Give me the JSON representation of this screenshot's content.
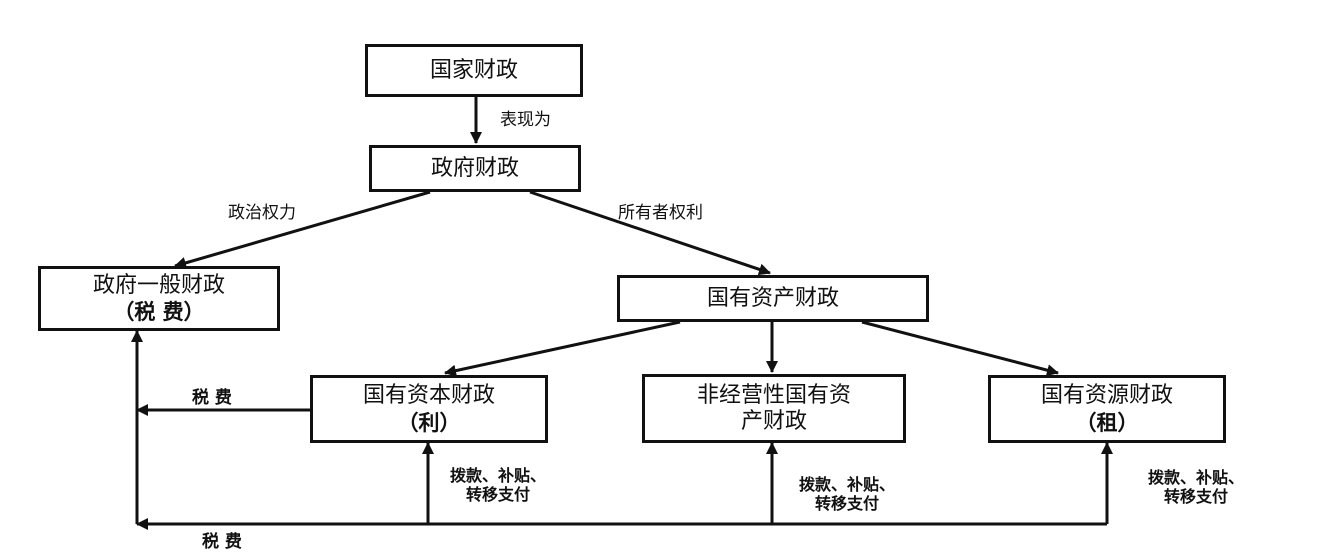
{
  "nodes": {
    "national_finance": {
      "title": "国家财政"
    },
    "government_finance": {
      "title": "政府财政"
    },
    "general_finance": {
      "title": "政府一般财政",
      "sub": "（税 费）"
    },
    "state_assets_finance": {
      "title": "国有资产财政"
    },
    "state_capital_finance": {
      "title": "国有资本财政",
      "sub": "（利）"
    },
    "non_operating_finance": {
      "title_line1": "非经营性国有资",
      "title_line2": "产财政"
    },
    "state_resources_finance": {
      "title": "国有资源财政",
      "sub": "（租）"
    }
  },
  "edge_labels": {
    "manifests_as": "表现为",
    "political_power": "政治权力",
    "ownership_rights": "所有者权利",
    "taxes_fees_mid": "税 费",
    "taxes_fees_bottom": "税 费",
    "transfers": [
      {
        "line1": "拨款、补贴、",
        "line2": "转移支付"
      },
      {
        "line1": "拨款、补贴、",
        "line2": "转移支付"
      },
      {
        "line1": "拨款、补贴、",
        "line2": "转移支付"
      }
    ]
  }
}
